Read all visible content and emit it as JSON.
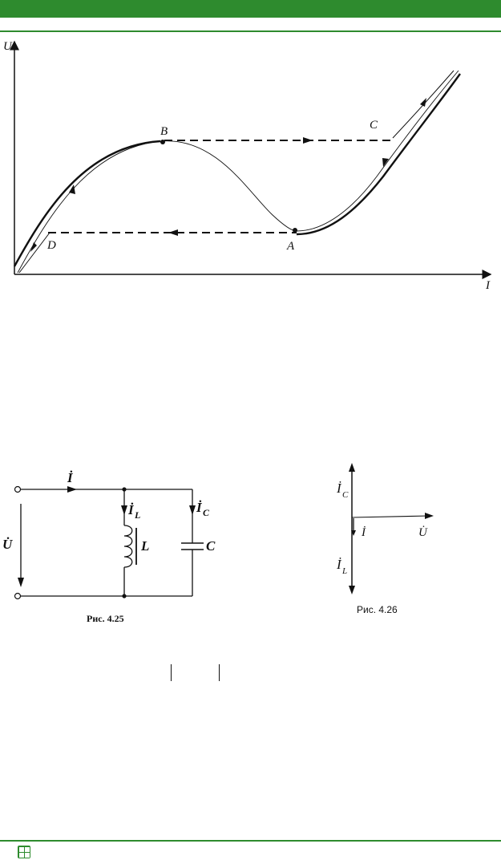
{
  "figure_iv": {
    "axis_y": "U",
    "axis_x": "I",
    "point_a": "A",
    "point_b": "B",
    "point_c": "C",
    "point_d": "D"
  },
  "figure_425": {
    "current_total": "İ",
    "current_l": "İ",
    "current_l_sub": "L",
    "current_c": "İ",
    "current_c_sub": "C",
    "voltage": "U̇",
    "inductor": "L",
    "capacitor": "C",
    "caption": "Рис. 4.25"
  },
  "figure_426": {
    "vec_ic": "İ",
    "vec_ic_sub": "C",
    "vec_i": "İ",
    "vec_u": "U̇",
    "vec_il": "İ",
    "vec_il_sub": "L",
    "caption": "Рис. 4.26"
  },
  "colors": {
    "accent": "#2e8b2e"
  },
  "icons": {
    "footer_logo": "publisher-logo-icon"
  }
}
